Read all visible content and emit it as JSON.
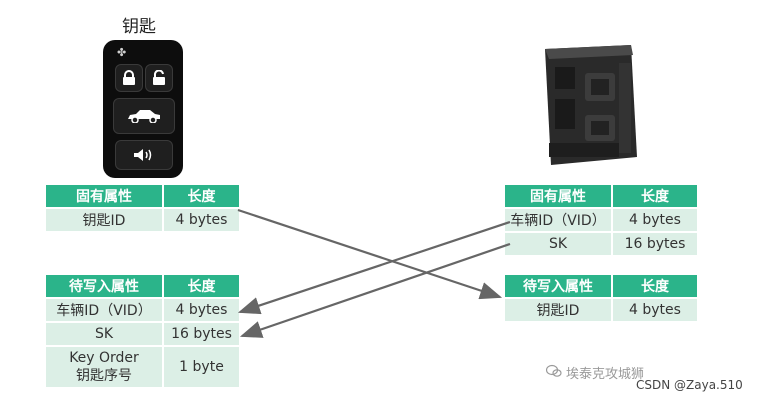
{
  "key_title": "钥匙",
  "colors": {
    "header": "#2bb48a",
    "cell": "#dcefe6",
    "arrow": "#666666"
  },
  "left_fixed": {
    "headers": [
      "固有属性",
      "长度"
    ],
    "rows": [
      [
        "钥匙ID",
        "4 bytes"
      ]
    ]
  },
  "left_write": {
    "headers": [
      "待写入属性",
      "长度"
    ],
    "rows": [
      [
        "车辆ID（VID）",
        "4 bytes"
      ],
      [
        "SK",
        "16 bytes"
      ]
    ],
    "last_row": {
      "name_line1": "Key Order",
      "name_line2": "钥匙序号",
      "length": "1 byte"
    }
  },
  "right_fixed": {
    "headers": [
      "固有属性",
      "长度"
    ],
    "rows": [
      [
        "车辆ID（VID）",
        "4 bytes"
      ],
      [
        "SK",
        "16 bytes"
      ]
    ]
  },
  "right_write": {
    "headers": [
      "待写入属性",
      "长度"
    ],
    "rows": [
      [
        "钥匙ID",
        "4 bytes"
      ]
    ]
  },
  "watermark_wechat": "埃泰克攻城狮",
  "watermark_csdn": "CSDN @Zaya.510"
}
